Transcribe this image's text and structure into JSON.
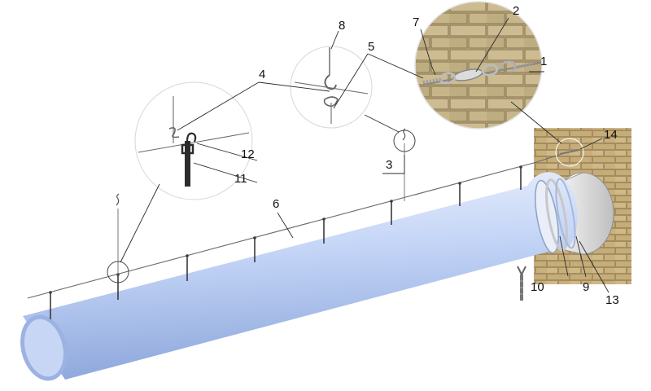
{
  "callouts": {
    "c1": "1",
    "c2": "2",
    "c3": "3",
    "c4": "4",
    "c5": "5",
    "c6": "6",
    "c7": "7",
    "c8": "8",
    "c9": "9",
    "c10": "10",
    "c11": "11",
    "c12": "12",
    "c13": "13",
    "c14": "14"
  },
  "colors": {
    "duct_light": "#e6edfb",
    "duct_mid": "#b9cdf4",
    "duct_dark": "#8fa9dc",
    "brick": "#c9b17e",
    "mortar": "#e4d6b0",
    "wire": "#555555",
    "leader": "#333333"
  }
}
